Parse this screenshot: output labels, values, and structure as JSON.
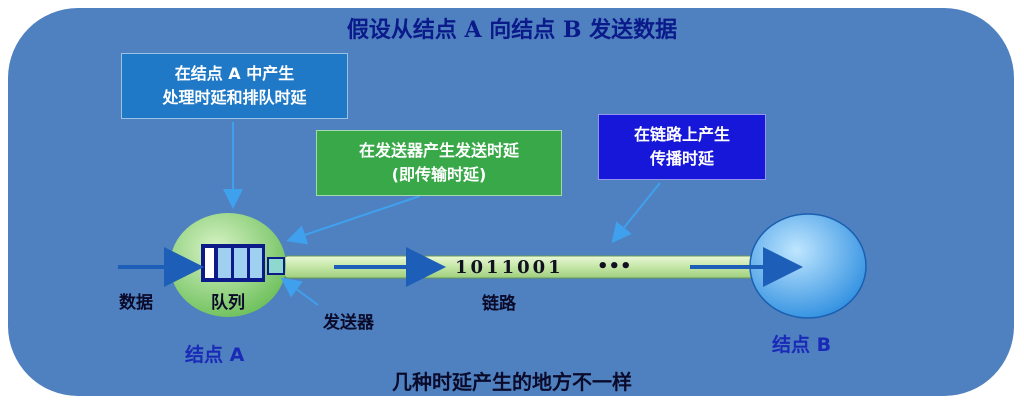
{
  "title": "假设从结点 A 向结点 B 发送数据",
  "callouts": {
    "node_a_delay": {
      "line1": "在结点 A 中产生",
      "line2": "处理时延和排队时延"
    },
    "sender_delay": {
      "line1": "在发送器产生发送时延",
      "line2": "(即传输时延)"
    },
    "link_delay": {
      "line1": "在链路上产生",
      "line2": "传播时延"
    }
  },
  "labels": {
    "data": "数据",
    "queue": "队列",
    "sender": "发送器",
    "link": "链路",
    "node_a": "结点 A",
    "node_b": "结点 B"
  },
  "bits": "1011001",
  "ellipsis": "•••",
  "footer": "几种时延产生的地方不一样",
  "colors": {
    "panel": "#4f80bf",
    "callout_node": "#1f79c6",
    "callout_sender": "#38a848",
    "callout_link": "#1717d9",
    "node_a_fill": "#8ccf7a",
    "node_b_fill": "#3f9fe6",
    "arrow": "#1d5fb8",
    "title": "#0a1a8a"
  }
}
